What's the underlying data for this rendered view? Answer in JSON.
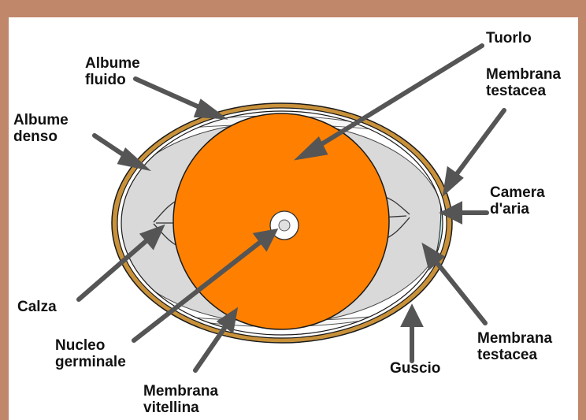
{
  "colors": {
    "border": "#c0876a",
    "shell": "#c8913a",
    "shell_outline": "#1a1a1a",
    "albumen": "#d9d9d9",
    "fluid_albumen": "#f4f4f4",
    "yolk": "#ff8000",
    "air_cell": "#c6f2ee",
    "arrow": "#555555"
  },
  "labels": {
    "tuorlo": [
      "Tuorlo"
    ],
    "albume_fluido": [
      "Albume",
      "fluido"
    ],
    "membrana_testacea_top": [
      "Membrana",
      "testacea"
    ],
    "albume_denso": [
      "Albume",
      "denso"
    ],
    "camera_aria": [
      "Camera",
      "d'aria"
    ],
    "calza": [
      "Calza"
    ],
    "nucleo_germinale": [
      "Nucleo",
      "germinale"
    ],
    "membrana_testacea_bottom": [
      "Membrana",
      "testacea"
    ],
    "guscio": [
      "Guscio"
    ],
    "membrana_vitellina": [
      "Membrana",
      "vitellina"
    ]
  }
}
